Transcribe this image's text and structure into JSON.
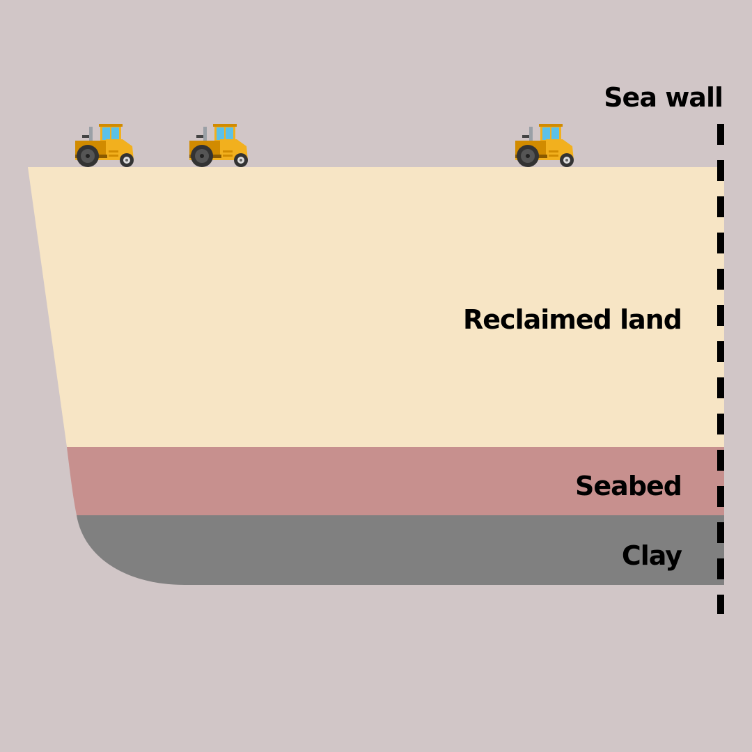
{
  "labels": {
    "sea_wall": "Sea wall",
    "reclaimed_land": "Reclaimed land",
    "seabed": "Seabed",
    "clay": "Clay"
  },
  "colors": {
    "background": "#d1c6c7",
    "reclaimed_land": "#f7e5c5",
    "seabed": "#c7908e",
    "clay": "#808080",
    "sea_wall": "#000000",
    "roller_body": "#f2b01e",
    "roller_dark": "#d18b00",
    "roller_glass": "#5bc1e8"
  },
  "vehicles": [
    "road-roller-icon",
    "road-roller-icon",
    "road-roller-icon"
  ]
}
